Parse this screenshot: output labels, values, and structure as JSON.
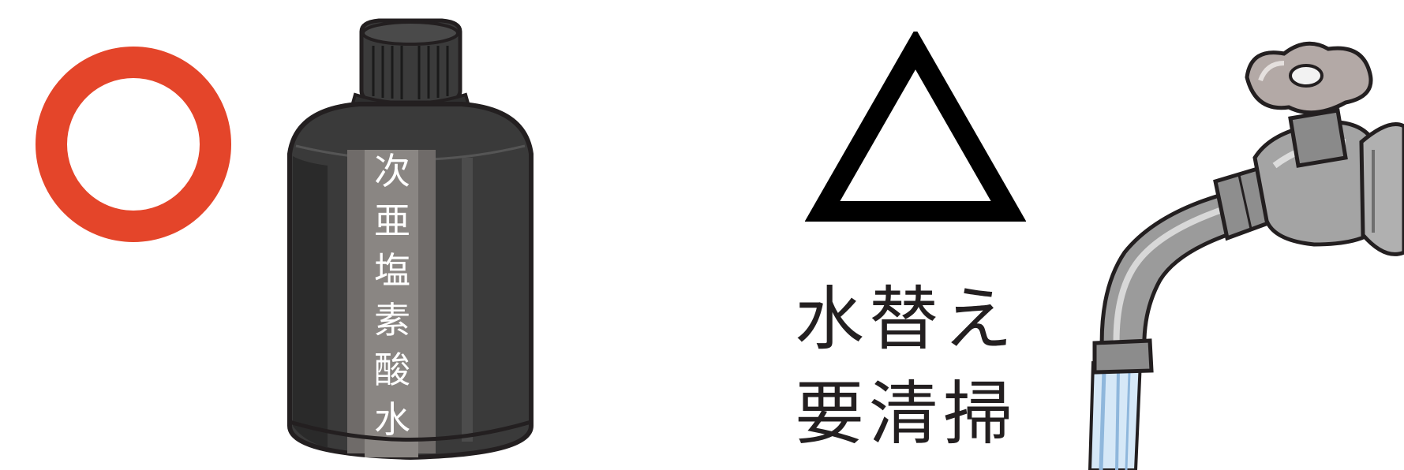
{
  "left_panel": {
    "verdict_symbol": "good",
    "verdict_color": "#e4452a",
    "item_icon": "bottle-icon",
    "bottle_label_chars": [
      "次",
      "亜",
      "塩",
      "素",
      "酸",
      "水"
    ]
  },
  "right_panel": {
    "verdict_symbol": "fair",
    "verdict_color": "#000000",
    "item_icon": "faucet-icon",
    "caption_lines": [
      "水替え",
      "要清掃"
    ]
  },
  "colors": {
    "bottle_body": "#3a3a3a",
    "bottle_stripe": "#8a8683",
    "outline": "#231f20",
    "metal": "#9a9a9a",
    "water": "#bcd8f0"
  }
}
